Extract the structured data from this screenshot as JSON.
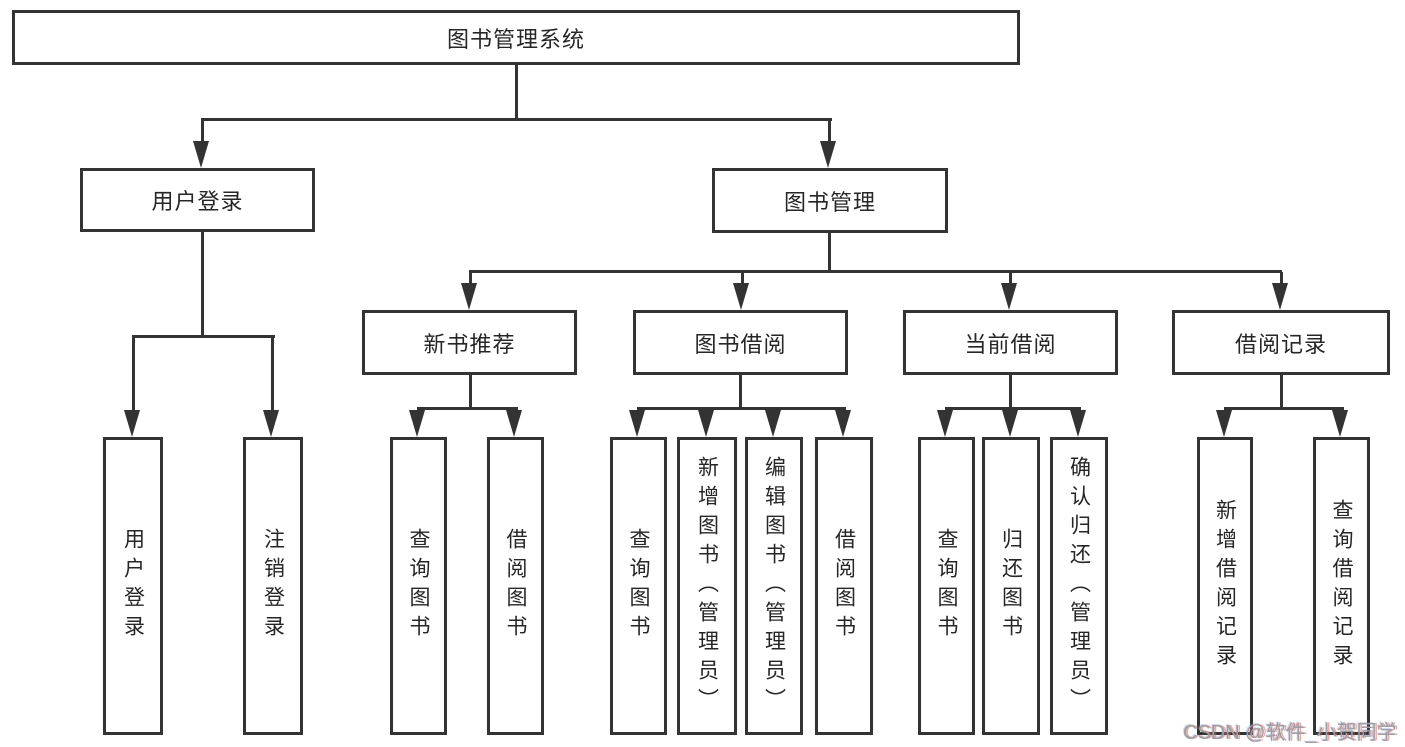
{
  "diagram": {
    "type": "hierarchy-tree",
    "title": "图书管理系统"
  },
  "colors": {
    "line": "#333333",
    "box_border": "#333333",
    "text": "#262626",
    "background": "#ffffff",
    "watermark": "#9e9e9e"
  },
  "watermark": {
    "text": "CSDN @软件_小贺同学"
  },
  "tree": {
    "root": {
      "label": "图书管理系统",
      "children": [
        {
          "label": "用户登录",
          "children": [
            {
              "label": "用户登录"
            },
            {
              "label": "注销登录"
            }
          ]
        },
        {
          "label": "图书管理",
          "children": [
            {
              "label": "新书推荐",
              "children": [
                {
                  "label": "查询图书"
                },
                {
                  "label": "借阅图书"
                }
              ]
            },
            {
              "label": "图书借阅",
              "children": [
                {
                  "label": "查询图书"
                },
                {
                  "label": "新增图书（管理员）"
                },
                {
                  "label": "编辑图书（管理员）"
                },
                {
                  "label": "借阅图书"
                }
              ]
            },
            {
              "label": "当前借阅",
              "children": [
                {
                  "label": "查询图书"
                },
                {
                  "label": "归还图书"
                },
                {
                  "label": "确认归还（管理员）"
                }
              ]
            },
            {
              "label": "借阅记录",
              "children": [
                {
                  "label": "新增借阅记录"
                },
                {
                  "label": "查询借阅记录"
                }
              ]
            }
          ]
        }
      ]
    }
  }
}
